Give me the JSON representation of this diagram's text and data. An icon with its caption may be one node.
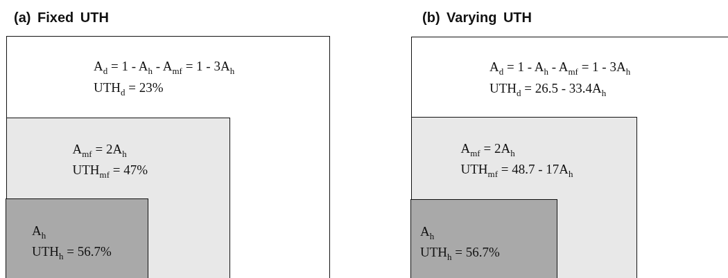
{
  "diagram": {
    "nodes": [
      {
        "text": [
          "(a) Fixed UTH",
          "A$_{d}$ = 1 - A$_{h}$  - A$_{mf}$ = 1 - 3A$_{h}$",
          "UTH$_{d}$ = 23%"
        ]
      },
      {
        "text": [
          "A$_{mf}$ = 2A$_{h}$",
          "UTH$_{mf}$ = 47%"
        ],
        "in": 0
      },
      {
        "text": [
          "A$_{h}$",
          "UTH$_{h}$ = 56.7%"
        ],
        "in": 1
      },
      {
        "text": [
          "(b) Varying UTH",
          "A$_{d}$ = 1 - A$_{h}$  - A$_{mf}$ = 1 - 3A$_{h}$",
          "UTH$_{d}$ = 26.5 - 33.4A$_{h}$"
        ]
      },
      {
        "text": [
          "A$_{mf}$ = 2A$_{h}$",
          "UTH$_{mf}$ = 48.7 - 17A$_{h}$"
        ],
        "in": 3
      },
      {
        "text": [
          "A$_{h}$",
          "UTH$_{h}$ = 56.7%"
        ],
        "in": 4
      }
    ]
  }
}
